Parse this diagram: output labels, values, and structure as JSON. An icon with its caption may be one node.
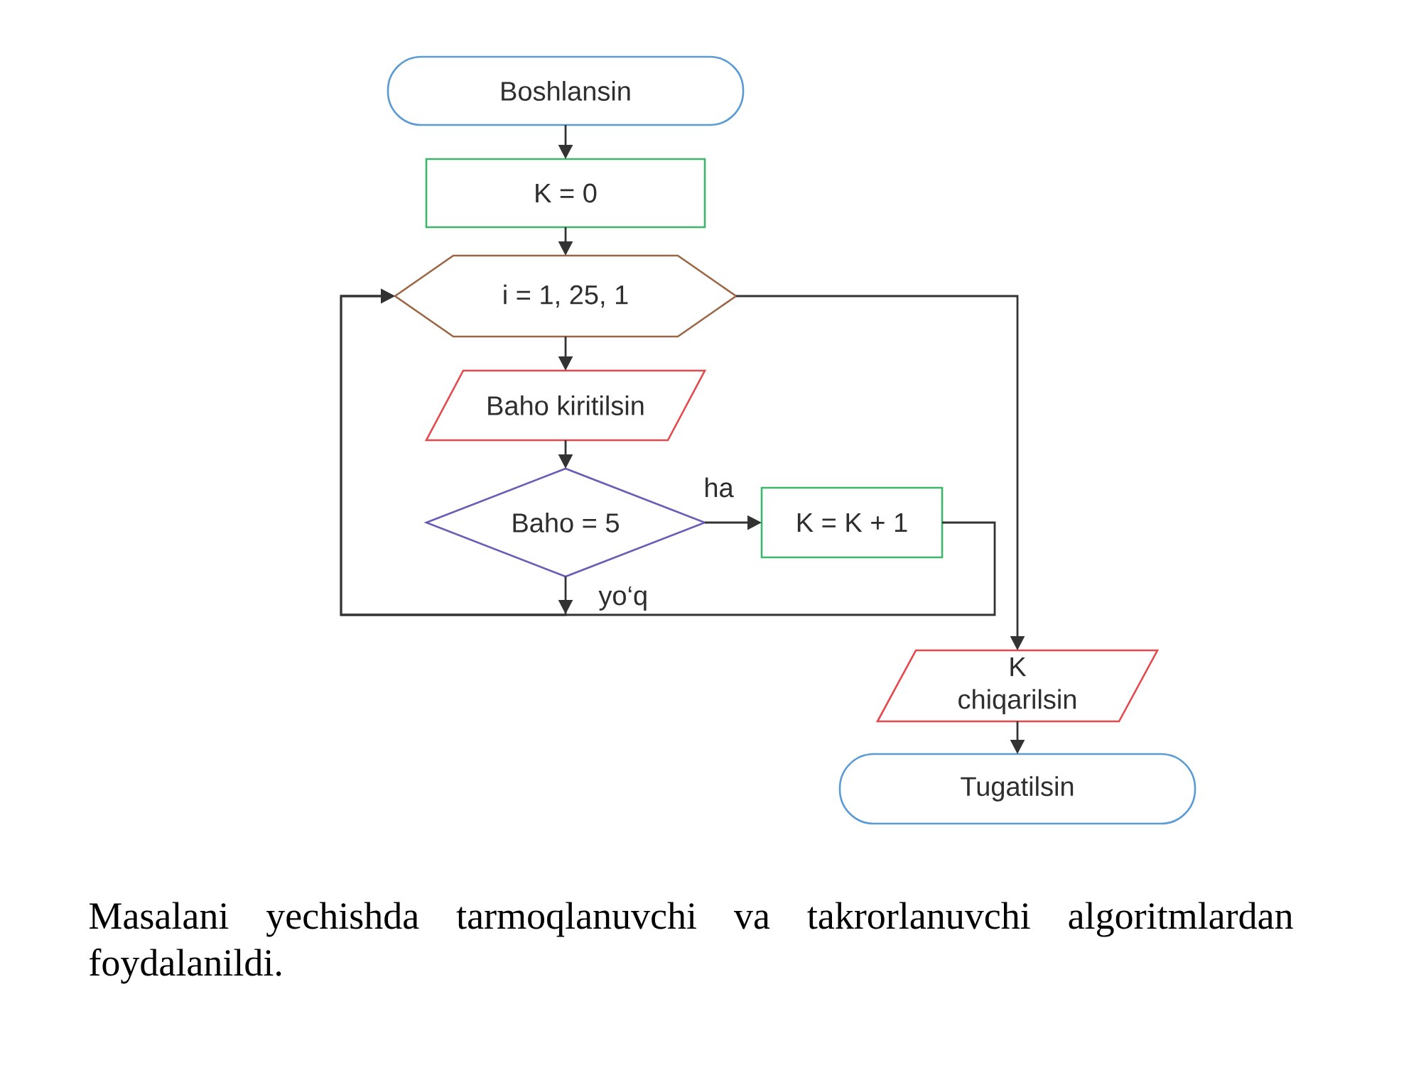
{
  "diagram": {
    "caption": "Masalani yechishda tarmoqlanuvchi va takrorlanuvchi algoritmlardan foydalanildi.",
    "nodes": [
      {
        "text": [
          "Boshlansin"
        ]
      },
      {
        "text": [
          "K = 0"
        ]
      },
      {
        "text": [
          "i = 1, 25, 1"
        ]
      },
      {
        "text": [
          "Baho kiritilsin"
        ]
      },
      {
        "text": [
          "Baho = 5"
        ]
      },
      {
        "text": [
          "K = K + 1"
        ]
      },
      {
        "text": [
          "K chiqarilsin"
        ]
      },
      {
        "text": [
          "Tugatilsin"
        ]
      }
    ],
    "edges": [
      {
        "from": 0,
        "to": 1,
        "arrow": "to"
      },
      {
        "from": 1,
        "to": 2,
        "arrow": "to"
      },
      {
        "from": 2,
        "to": 3,
        "arrow": "to"
      },
      {
        "from": 3,
        "to": 4,
        "arrow": "to"
      },
      {
        "from": 4,
        "to": 5,
        "arrow": "to",
        "label": "ha"
      },
      {
        "from": 4,
        "to": 2,
        "arrow": "to",
        "label": "yo‘q"
      },
      {
        "from": 5,
        "to": 2,
        "arrow": "to"
      },
      {
        "from": 2,
        "to": 6,
        "arrow": "to"
      },
      {
        "from": 6,
        "to": 7,
        "arrow": "to"
      }
    ]
  }
}
